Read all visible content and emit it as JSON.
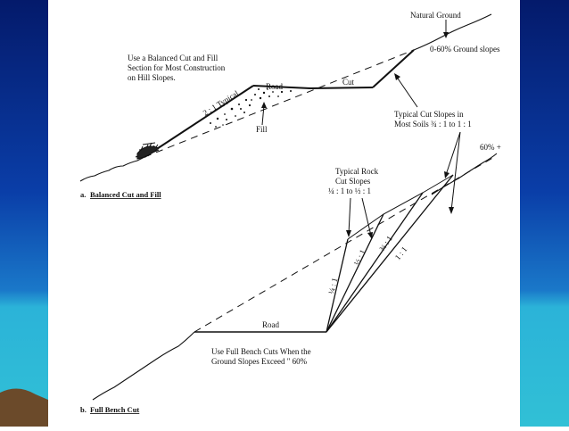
{
  "labels": {
    "natural_ground": "Natural Ground",
    "ground_slopes": "0-60% Ground slopes",
    "note_line1": "Use a Balanced Cut and Fill",
    "note_line2": "Section for Most Construction",
    "note_line3": "on Hill Slopes.",
    "typical": "2 : 1 Typical",
    "road_a": "Road",
    "cut": "Cut",
    "fill": "Fill",
    "typ_cut_line1": "Typical  Cut Slopes in",
    "typ_cut_line2": "Most Soils ¾ : 1 to 1 : 1",
    "sixty_plus": "60% +",
    "rock_line1": "Typical Rock",
    "rock_line2": "Cut  Slopes",
    "rock_line3": "¼ : 1 to ½ : 1",
    "caption_a_prefix": "a. ",
    "caption_a": "Balanced Cut and Fill",
    "slope_quarter": "¼ : 1",
    "slope_half": "½ : 1",
    "slope_threequarter": "¾ : 1",
    "slope_one": "1 : 1",
    "road_b": "Road",
    "bench_line1": "Use Full Bench Cuts When the",
    "bench_line2": "Ground Slopes Exceed \" 60%",
    "caption_b_prefix": "b. ",
    "caption_b": "Full Bench Cut"
  },
  "colors": {
    "side_dark": "#041a6b",
    "side_light": "#31c0d6",
    "ink": "#111111"
  }
}
